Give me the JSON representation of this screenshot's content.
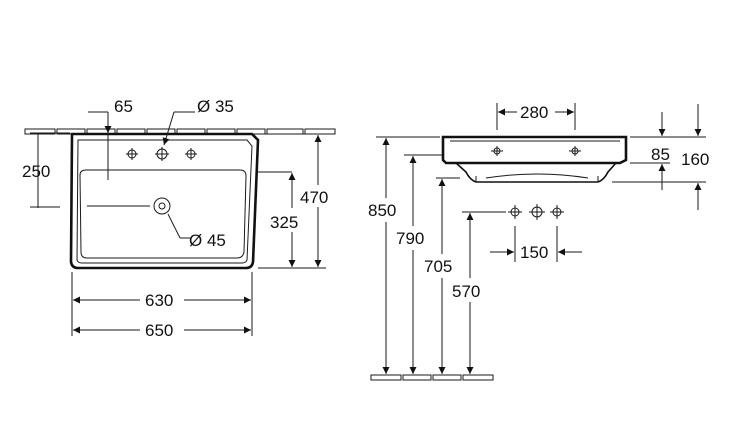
{
  "front_view": {
    "tap_hole_offset": "65",
    "tap_hole_diameter": "Ø 35",
    "waste_diameter": "Ø 45",
    "tap_height_from_front": "250",
    "overall_depth": "470",
    "waste_depth": "325",
    "inner_width": "630",
    "overall_width": "650"
  },
  "side_view": {
    "bowl_width": "280",
    "rim_height": "85",
    "basin_height": "160",
    "top_height": "850",
    "rim_floor_height": "790",
    "underside_height": "705",
    "trap_height": "570",
    "tap_spacing": "150"
  }
}
